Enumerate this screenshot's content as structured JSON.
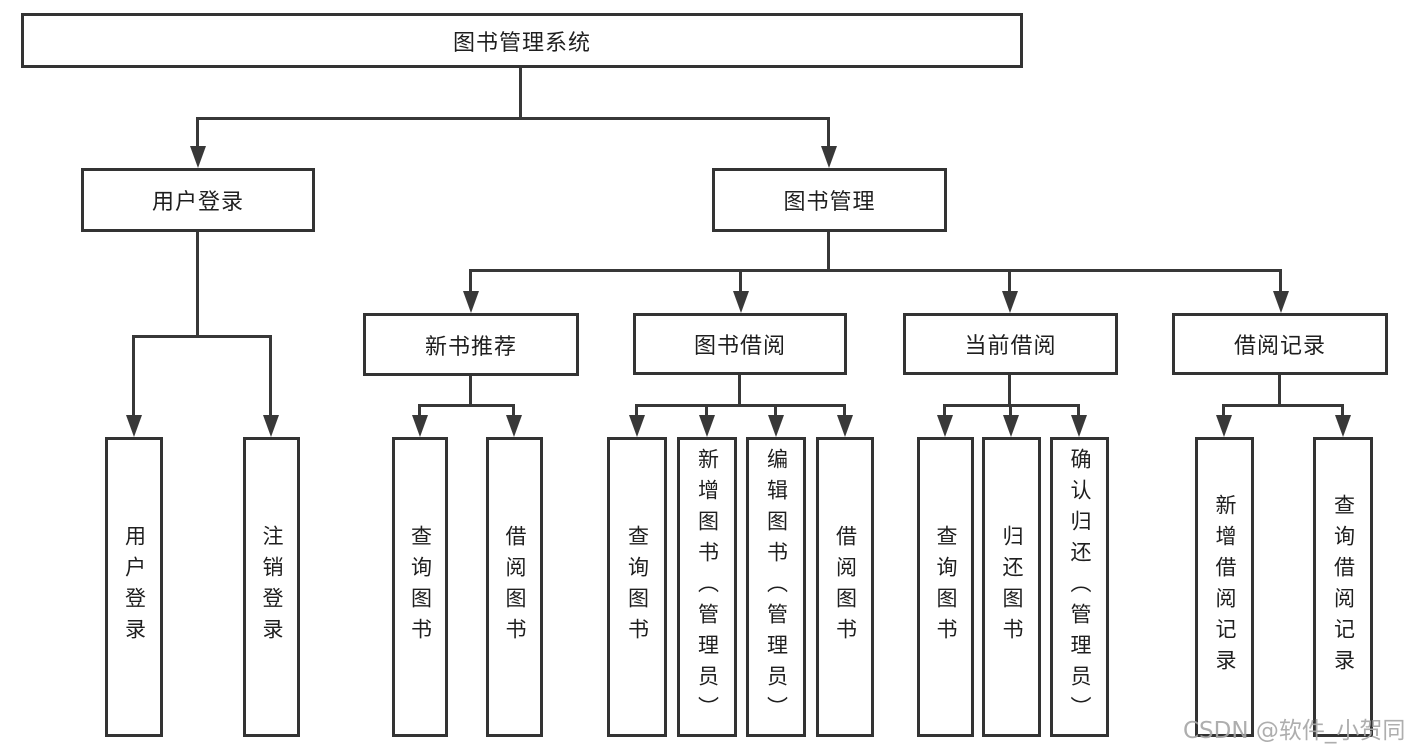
{
  "colors": {
    "line": "#383838",
    "box_border": "#333333",
    "text": "#1f1f1f",
    "watermark": "#a8a8a8",
    "background": "#ffffff"
  },
  "watermark": {
    "text": "CSDN @软件_小贺同学"
  },
  "diagram": {
    "type": "hierarchy-tree",
    "root": {
      "label": "图书管理系统"
    },
    "branches": [
      {
        "label": "用户登录",
        "children": [
          {
            "label": "用户登录"
          },
          {
            "label": "注销登录"
          }
        ]
      },
      {
        "label": "图书管理",
        "children": [
          {
            "label": "新书推荐",
            "children": [
              {
                "label": "查询图书"
              },
              {
                "label": "借阅图书"
              }
            ]
          },
          {
            "label": "图书借阅",
            "children": [
              {
                "label": "查询图书"
              },
              {
                "label": "新增图书（管理员）"
              },
              {
                "label": "编辑图书（管理员）"
              },
              {
                "label": "借阅图书"
              }
            ]
          },
          {
            "label": "当前借阅",
            "children": [
              {
                "label": "查询图书"
              },
              {
                "label": "归还图书"
              },
              {
                "label": "确认归还（管理员）"
              }
            ]
          },
          {
            "label": "借阅记录",
            "children": [
              {
                "label": "新增借阅记录"
              },
              {
                "label": "查询借阅记录"
              }
            ]
          }
        ]
      }
    ]
  }
}
